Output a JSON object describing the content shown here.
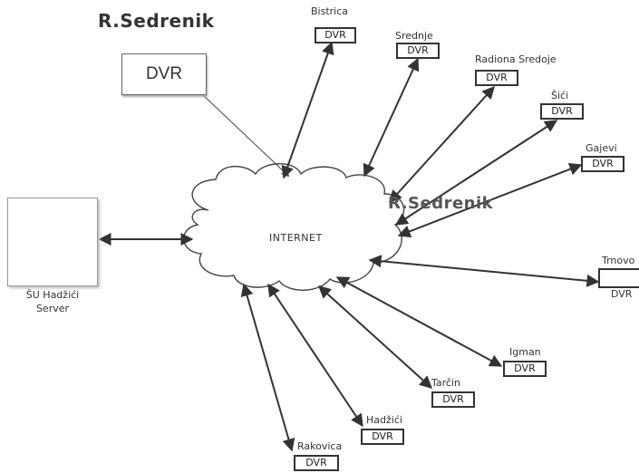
{
  "headings": {
    "top_left": "R.Sedrenik",
    "cloud_side": "R.Sedrenik"
  },
  "cloud_label": "INTERNET",
  "sedrenik_dvr": "DVR",
  "server": {
    "line1": "ŠU Hadžići",
    "line2": "Server"
  },
  "sites": [
    {
      "name": "Bistrica",
      "device": "DVR"
    },
    {
      "name": "Srednje",
      "device": "DVR"
    },
    {
      "name": "Radiona Sredoje",
      "device": "DVR"
    },
    {
      "name": "Šići",
      "device": "DVR"
    },
    {
      "name": "Gajevi",
      "device": "DVR"
    },
    {
      "name": "Trnovo",
      "device": "DVR"
    },
    {
      "name": "Igman",
      "device": "DVR"
    },
    {
      "name": "Tarčin",
      "device": "DVR"
    },
    {
      "name": "Hadžići",
      "device": "DVR"
    },
    {
      "name": "Rakovica",
      "device": "DVR"
    }
  ]
}
